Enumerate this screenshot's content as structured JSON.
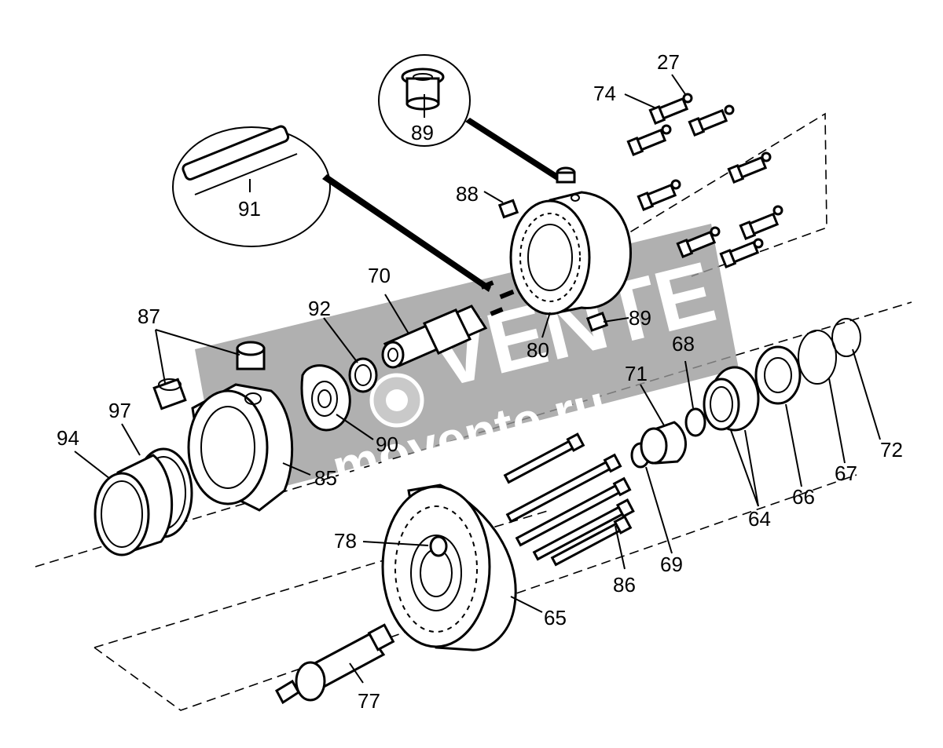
{
  "watermark": {
    "brand": "VENTE",
    "domain": "movente.ru",
    "color": "#9a9a9a"
  },
  "labels": {
    "p27": "27",
    "p74": "74",
    "p89_detail": "89",
    "p91": "91",
    "p88": "88",
    "p70": "70",
    "p92": "92",
    "p87": "87",
    "p80": "80",
    "p89": "89",
    "p68": "68",
    "p71": "71",
    "p97": "97",
    "p94": "94",
    "p90": "90",
    "p85": "85",
    "p72": "72",
    "p67": "67",
    "p66": "66",
    "p64": "64",
    "p69": "69",
    "p86": "86",
    "p78": "78",
    "p65": "65",
    "p77": "77"
  }
}
